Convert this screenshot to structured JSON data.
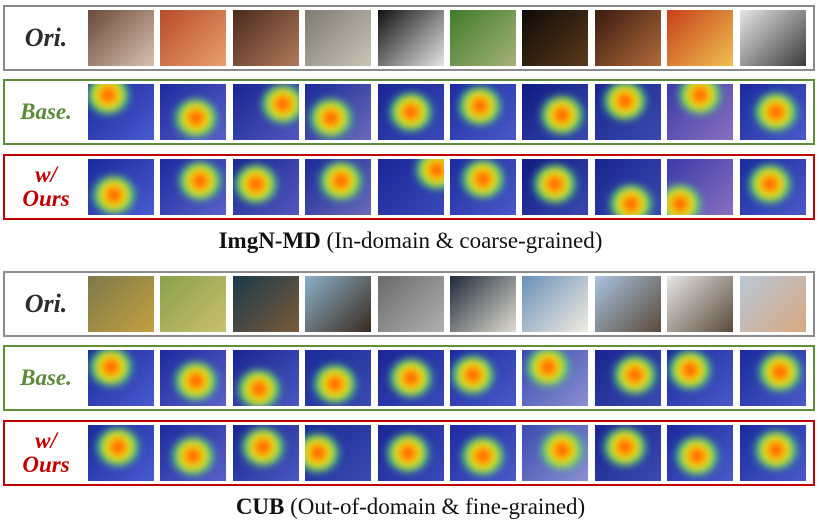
{
  "sections": [
    {
      "caption_bold": "ImgN-MD",
      "caption_rest": " (In-domain & coarse-grained)",
      "rows": [
        {
          "kind": "ori",
          "label_lines": [
            "Ori."
          ],
          "thumbs": [
            {
              "bg": [
                "#6a4a3a",
                "#d8c0b0"
              ],
              "hot": null
            },
            {
              "bg": [
                "#b84a2a",
                "#e9a070"
              ],
              "hot": null
            },
            {
              "bg": [
                "#4a2a1e",
                "#b07a5a"
              ],
              "hot": null
            },
            {
              "bg": [
                "#7d7a70",
                "#c9c4b8"
              ],
              "hot": null
            },
            {
              "bg": [
                "#101010",
                "#e5e5e5"
              ],
              "hot": null
            },
            {
              "bg": [
                "#3f7a2a",
                "#a6b27a"
              ],
              "hot": null
            },
            {
              "bg": [
                "#0e0a08",
                "#5a3a1a"
              ],
              "hot": null
            },
            {
              "bg": [
                "#3a1a10",
                "#b06a3a"
              ],
              "hot": null
            },
            {
              "bg": [
                "#c6401a",
                "#f0c050"
              ],
              "hot": null
            },
            {
              "bg": [
                "#e6e6e6",
                "#3a3a3a"
              ],
              "hot": null
            }
          ]
        },
        {
          "kind": "base",
          "label_lines": [
            "Base."
          ],
          "thumbs": [
            {
              "bg": [
                "#1a2a9a",
                "#4a5ad0"
              ],
              "hot": [
                30,
                20
              ]
            },
            {
              "bg": [
                "#1c2a9e",
                "#5a60c8"
              ],
              "hot": [
                55,
                60
              ]
            },
            {
              "bg": [
                "#1a2490",
                "#5258c0"
              ],
              "hot": [
                75,
                35
              ]
            },
            {
              "bg": [
                "#1a2a98",
                "#6a6ab8"
              ],
              "hot": [
                40,
                60
              ]
            },
            {
              "bg": [
                "#1a2496",
                "#3a4ab8"
              ],
              "hot": [
                50,
                50
              ]
            },
            {
              "bg": [
                "#1c2aa0",
                "#4a5ac8"
              ],
              "hot": [
                45,
                40
              ]
            },
            {
              "bg": [
                "#101a80",
                "#3a48b0"
              ],
              "hot": [
                60,
                55
              ]
            },
            {
              "bg": [
                "#1a2490",
                "#3a4ab0"
              ],
              "hot": [
                45,
                30
              ]
            },
            {
              "bg": [
                "#3a3aa8",
                "#8a70c0"
              ],
              "hot": [
                50,
                20
              ]
            },
            {
              "bg": [
                "#1a2a9e",
                "#4a5ac8"
              ],
              "hot": [
                55,
                50
              ]
            }
          ]
        },
        {
          "kind": "ours",
          "label_lines": [
            "w/",
            "Ours"
          ],
          "thumbs": [
            {
              "bg": [
                "#1a2a9a",
                "#4a5ad0"
              ],
              "hot": [
                40,
                65
              ]
            },
            {
              "bg": [
                "#1c2a9e",
                "#5a60c8"
              ],
              "hot": [
                60,
                40
              ]
            },
            {
              "bg": [
                "#1a2490",
                "#5258c0"
              ],
              "hot": [
                35,
                45
              ]
            },
            {
              "bg": [
                "#1a2a98",
                "#6a6ab8"
              ],
              "hot": [
                55,
                40
              ]
            },
            {
              "bg": [
                "#1a2496",
                "#3a4ab8"
              ],
              "hot": [
                90,
                20
              ]
            },
            {
              "bg": [
                "#1c2aa0",
                "#4a5ac8"
              ],
              "hot": [
                50,
                35
              ]
            },
            {
              "bg": [
                "#101a80",
                "#3a48b0"
              ],
              "hot": [
                50,
                45
              ]
            },
            {
              "bg": [
                "#1a2490",
                "#3a4ab0"
              ],
              "hot": [
                55,
                80
              ]
            },
            {
              "bg": [
                "#3a3aa8",
                "#8a70c0"
              ],
              "hot": [
                20,
                80
              ]
            },
            {
              "bg": [
                "#1a2a9e",
                "#4a5ac8"
              ],
              "hot": [
                45,
                45
              ]
            }
          ]
        }
      ]
    },
    {
      "caption_bold": "CUB",
      "caption_rest": " (Out-of-domain & fine-grained)",
      "rows": [
        {
          "kind": "ori",
          "label_lines": [
            "Ori."
          ],
          "thumbs": [
            {
              "bg": [
                "#7c7a4a",
                "#c4a040"
              ],
              "hot": null
            },
            {
              "bg": [
                "#8aa04a",
                "#c9c070"
              ],
              "hot": null
            },
            {
              "bg": [
                "#1a3a4a",
                "#7a5a3a"
              ],
              "hot": null
            },
            {
              "bg": [
                "#8cb0c8",
                "#3a2a1e"
              ],
              "hot": null
            },
            {
              "bg": [
                "#6a6a6a",
                "#b0b0b0"
              ],
              "hot": null
            },
            {
              "bg": [
                "#1e2a3a",
                "#e0dcd0"
              ],
              "hot": null
            },
            {
              "bg": [
                "#6a90b8",
                "#f0ece0"
              ],
              "hot": null
            },
            {
              "bg": [
                "#a8c4e0",
                "#5a4a3a"
              ],
              "hot": null
            },
            {
              "bg": [
                "#e6e6e6",
                "#5a4a3a"
              ],
              "hot": null
            },
            {
              "bg": [
                "#b8c8d8",
                "#d8a880"
              ],
              "hot": null
            }
          ]
        },
        {
          "kind": "base",
          "label_lines": [
            "Base."
          ],
          "thumbs": [
            {
              "bg": [
                "#1a2a9a",
                "#4a5ad0"
              ],
              "hot": [
                35,
                30
              ]
            },
            {
              "bg": [
                "#1c2a9e",
                "#5a60c8"
              ],
              "hot": [
                55,
                55
              ]
            },
            {
              "bg": [
                "#1a2490",
                "#4a58c0"
              ],
              "hot": [
                40,
                70
              ]
            },
            {
              "bg": [
                "#1a2a98",
                "#3a4ab0"
              ],
              "hot": [
                45,
                60
              ]
            },
            {
              "bg": [
                "#1a2496",
                "#3a4ab8"
              ],
              "hot": [
                50,
                50
              ]
            },
            {
              "bg": [
                "#1c2aa0",
                "#4a5ac8"
              ],
              "hot": [
                35,
                45
              ]
            },
            {
              "bg": [
                "#3a4ab0",
                "#8a90d0"
              ],
              "hot": [
                40,
                30
              ]
            },
            {
              "bg": [
                "#1a2490",
                "#3a4ab0"
              ],
              "hot": [
                60,
                45
              ]
            },
            {
              "bg": [
                "#1a2a9e",
                "#4a5ac8"
              ],
              "hot": [
                35,
                35
              ]
            },
            {
              "bg": [
                "#1a2a9e",
                "#4a5ac8"
              ],
              "hot": [
                60,
                40
              ]
            }
          ]
        },
        {
          "kind": "ours",
          "label_lines": [
            "w/",
            "Ours"
          ],
          "thumbs": [
            {
              "bg": [
                "#1a2a9a",
                "#4a5ad0"
              ],
              "hot": [
                45,
                40
              ]
            },
            {
              "bg": [
                "#1c2a9e",
                "#5a60c8"
              ],
              "hot": [
                50,
                55
              ]
            },
            {
              "bg": [
                "#1a2490",
                "#4a58c0"
              ],
              "hot": [
                45,
                40
              ]
            },
            {
              "bg": [
                "#1a2a98",
                "#3a4ab0"
              ],
              "hot": [
                20,
                50
              ]
            },
            {
              "bg": [
                "#1a2496",
                "#3a4ab8"
              ],
              "hot": [
                45,
                50
              ]
            },
            {
              "bg": [
                "#1c2aa0",
                "#4a5ac8"
              ],
              "hot": [
                50,
                55
              ]
            },
            {
              "bg": [
                "#3a4ab0",
                "#8a90d0"
              ],
              "hot": [
                60,
                45
              ]
            },
            {
              "bg": [
                "#1a2490",
                "#3a4ab0"
              ],
              "hot": [
                45,
                40
              ]
            },
            {
              "bg": [
                "#1a2a9e",
                "#4a5ac8"
              ],
              "hot": [
                45,
                55
              ]
            },
            {
              "bg": [
                "#1a2a9e",
                "#4a5ac8"
              ],
              "hot": [
                55,
                45
              ]
            }
          ]
        }
      ]
    }
  ]
}
